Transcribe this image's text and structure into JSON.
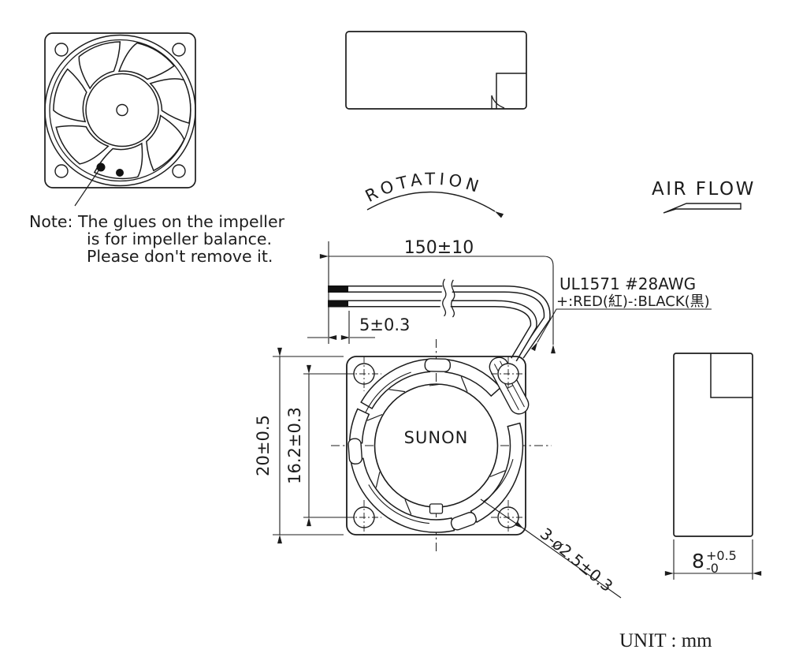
{
  "drawing": {
    "note": {
      "line1": "Note:  The glues on the impeller",
      "line2": "is for impeller balance.",
      "line3": "Please don't remove it."
    },
    "labels": {
      "rotation": "ROTATION",
      "air_flow": "AIR FLOW",
      "brand": "SUNON",
      "unit": "UNIT : mm"
    },
    "wire": {
      "length": "150±10",
      "strip_length": "5±0.3",
      "spec": "UL1571  #28AWG",
      "polarity": "+:RED(紅)-:BLACK(黒)"
    },
    "dimensions": {
      "frame_size": "20±0.5",
      "hole_pitch": "16.2±0.3",
      "mounting_holes": "3-ø2.5±0.3",
      "depth_base": "8",
      "depth_tol_plus": "+0.5",
      "depth_tol_minus": "-0"
    },
    "icons": {
      "rotation_arrow": "curved-arrow-clockwise",
      "air_flow_arrow": "block-arrow-left"
    },
    "colors": {
      "line": "#1c1c1c",
      "background": "#ffffff"
    }
  }
}
